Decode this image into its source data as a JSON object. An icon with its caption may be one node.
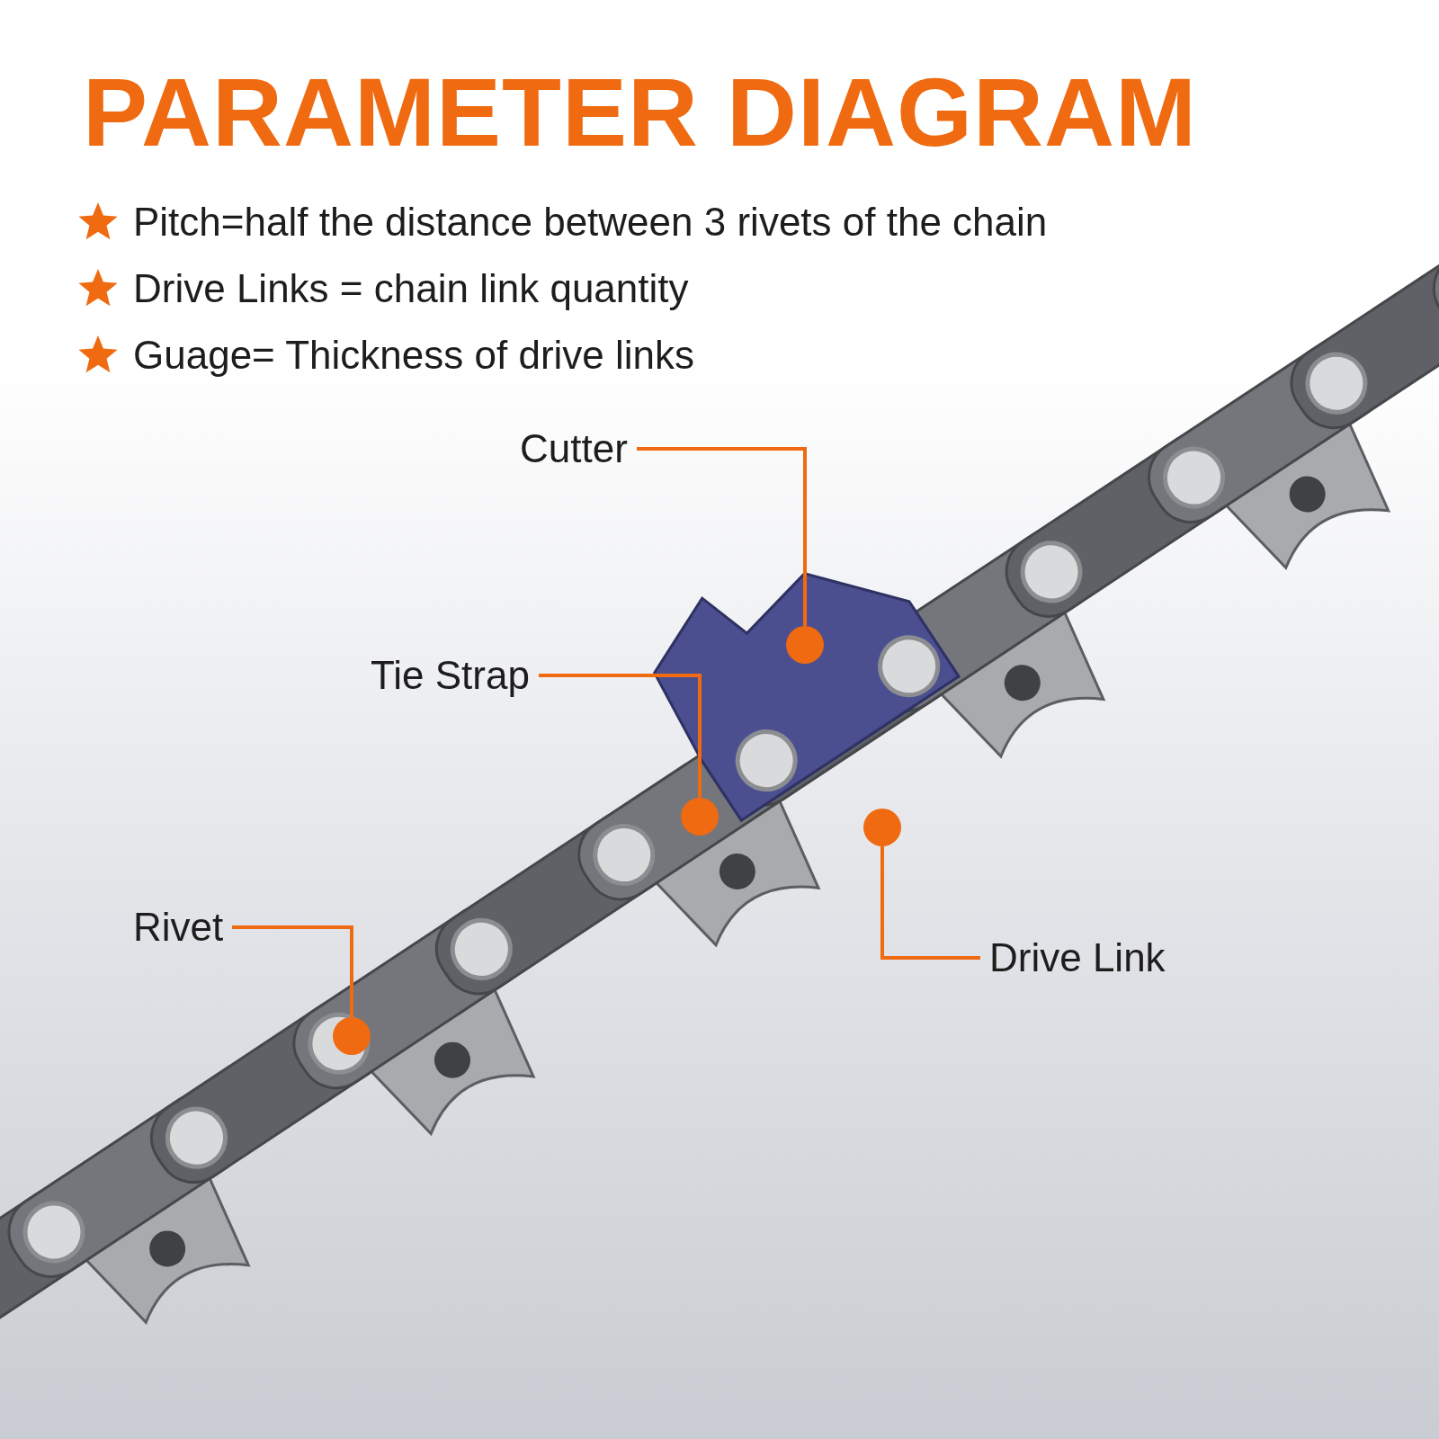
{
  "diagram": {
    "title": "PARAMETER DIAGRAM",
    "nodes": [
      {
        "text": [
          "Cutter"
        ]
      },
      {
        "text": [],
        "shape": "circle"
      },
      {
        "text": [
          "Tie Strap"
        ]
      },
      {
        "text": [],
        "shape": "circle"
      },
      {
        "text": [
          "Drive Link"
        ]
      },
      {
        "text": [],
        "shape": "circle"
      },
      {
        "text": [
          "Rivet"
        ]
      },
      {
        "text": [],
        "shape": "circle"
      }
    ],
    "edges": [
      {
        "from": 0,
        "to": 1,
        "arrow": "none"
      },
      {
        "from": 2,
        "to": 3,
        "arrow": "none"
      },
      {
        "from": 4,
        "to": 5,
        "arrow": "none"
      },
      {
        "from": 6,
        "to": 7,
        "arrow": "none"
      }
    ],
    "labels": [
      "Pitch=half the distance between 3 rivets of the chain",
      "Drive Links = chain link quantity",
      "Guage= Thickness of drive links"
    ]
  }
}
